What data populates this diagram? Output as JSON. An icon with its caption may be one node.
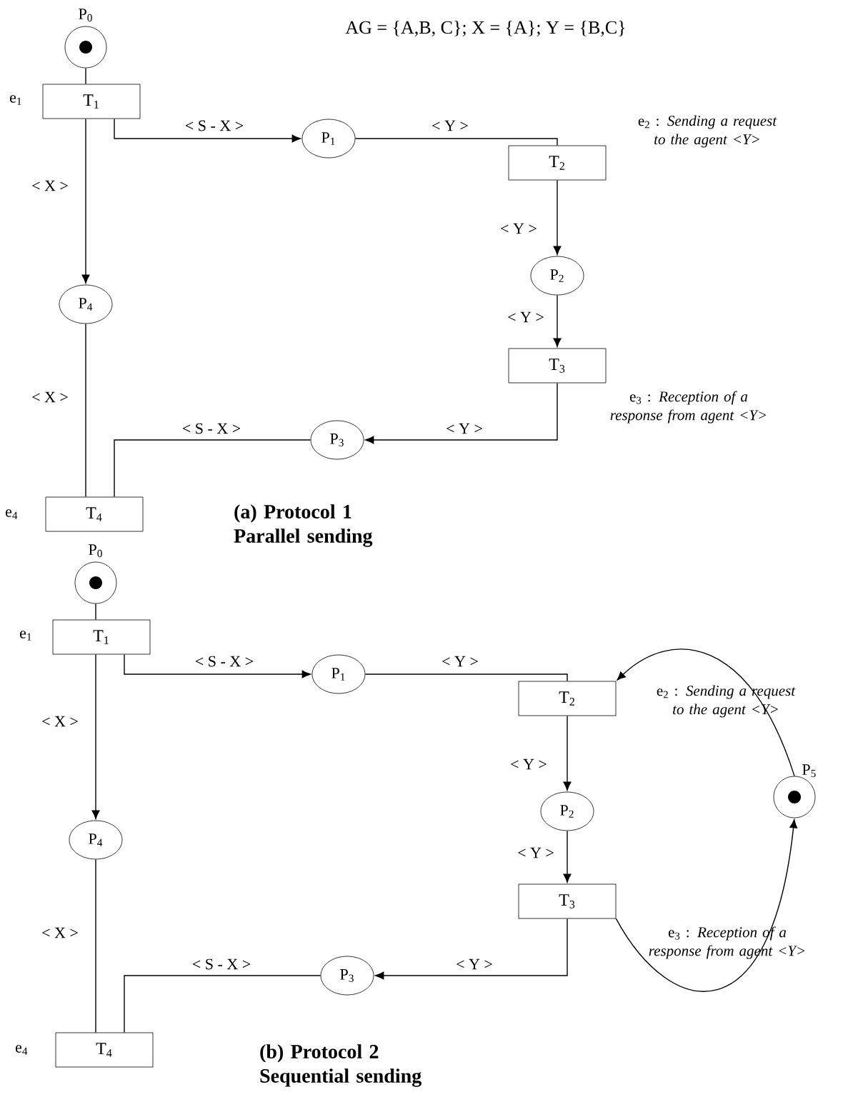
{
  "diagram": {
    "title": "AG = {A,B, C}; X = {A}; Y = {B,C}",
    "nodes": [
      {
        "text": [
          "P$_{0}$"
        ]
      },
      {
        "text": [
          "T$_{1}$"
        ],
        "beside": [
          "e$_{1}$"
        ]
      },
      {
        "text": [
          "P$_{1}$"
        ]
      },
      {
        "text": [
          "T$_{2}$"
        ],
        "beside": [
          "e$_{2}$ : *Sending a request to the agent <Y>*"
        ]
      },
      {
        "text": [
          "P$_{2}$"
        ]
      },
      {
        "text": [
          "T$_{3}$"
        ],
        "beside": [
          "e$_{3}$ : *Reception of a response from agent <Y>*"
        ]
      },
      {
        "text": [
          "P$_{3}$"
        ]
      },
      {
        "text": [
          "P$_{4}$"
        ]
      },
      {
        "text": [
          "T$_{4}$"
        ],
        "beside": [
          "e$_{4}$"
        ]
      },
      {
        "text": [
          "P$_{0}$"
        ]
      },
      {
        "text": [
          "T$_{1}$"
        ],
        "beside": [
          "e$_{1}$"
        ]
      },
      {
        "text": [
          "P$_{1}$"
        ]
      },
      {
        "text": [
          "T$_{2}$"
        ],
        "beside": [
          "e$_{2}$ : *Sending a request to the agent <Y>*"
        ]
      },
      {
        "text": [
          "P$_{2}$"
        ]
      },
      {
        "text": [
          "T$_{3}$"
        ],
        "beside": [
          "e$_{3}$ : *Reception of a response from agent <Y>*"
        ]
      },
      {
        "text": [
          "P$_{3}$"
        ]
      },
      {
        "text": [
          "P$_{4}$"
        ]
      },
      {
        "text": [
          "T$_{4}$"
        ],
        "beside": [
          "e$_{4}$"
        ]
      },
      {
        "text": [
          "P$_{5}$"
        ]
      }
    ],
    "edges": [
      {
        "from": 0,
        "to": 1,
        "arrow": "none"
      },
      {
        "from": 1,
        "to": 2,
        "arrow": "to",
        "label": "< S - X >"
      },
      {
        "from": 2,
        "to": 3,
        "arrow": "none",
        "label": "< Y >"
      },
      {
        "from": 3,
        "to": 4,
        "arrow": "to",
        "label": "< Y >"
      },
      {
        "from": 4,
        "to": 5,
        "arrow": "to",
        "label": "< Y >"
      },
      {
        "from": 5,
        "to": 6,
        "arrow": "to",
        "label": "< Y >"
      },
      {
        "from": 6,
        "to": 8,
        "arrow": "none",
        "label": "< S - X >"
      },
      {
        "from": 1,
        "to": 7,
        "arrow": "to",
        "label": "< X >"
      },
      {
        "from": 7,
        "to": 8,
        "arrow": "none",
        "label": "< X >"
      },
      {
        "from": 9,
        "to": 10,
        "arrow": "none"
      },
      {
        "from": 10,
        "to": 11,
        "arrow": "to",
        "label": "< S - X >"
      },
      {
        "from": 11,
        "to": 12,
        "arrow": "none",
        "label": "< Y >"
      },
      {
        "from": 12,
        "to": 13,
        "arrow": "to",
        "label": "< Y >"
      },
      {
        "from": 13,
        "to": 14,
        "arrow": "to",
        "label": "< Y >"
      },
      {
        "from": 14,
        "to": 15,
        "arrow": "to",
        "label": "< Y >"
      },
      {
        "from": 15,
        "to": 17,
        "arrow": "none",
        "label": "< S - X >"
      },
      {
        "from": 10,
        "to": 16,
        "arrow": "to",
        "label": "< X >"
      },
      {
        "from": 16,
        "to": 17,
        "arrow": "none",
        "label": "< X >"
      },
      {
        "from": 14,
        "to": 18,
        "arrow": "to"
      },
      {
        "from": 18,
        "to": 12,
        "arrow": "to"
      }
    ],
    "labels": [
      "(a) Protocol 1 Parallel sending",
      "(b) Protocol 2 Sequential sending"
    ]
  }
}
